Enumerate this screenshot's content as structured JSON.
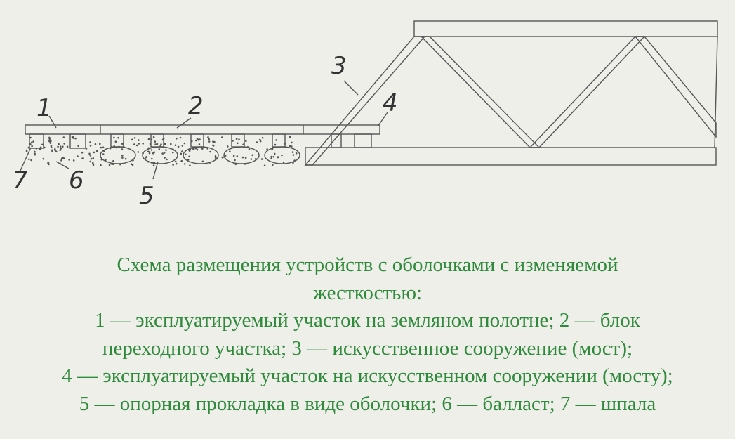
{
  "diagram": {
    "labels": [
      "1",
      "2",
      "3",
      "4",
      "5",
      "6",
      "7"
    ],
    "colors": {
      "line": "#555555",
      "caption": "#2f8a3c",
      "background": "#efefea"
    }
  },
  "caption": {
    "title_line1": "Схема размещения устройств с оболочками с изменяемой",
    "title_line2": "жесткостью:",
    "legend_lines": [
      "1 — эксплуатируемый участок на земляном полотне; 2 — блок",
      "переходного участка; 3 — искусственное сооружение (мост);",
      "4 — эксплуатируемый участок на искусственном сооружении (мосту);",
      "5 — опорная прокладка в виде оболочки; 6 — балласт; 7 — шпала"
    ]
  }
}
